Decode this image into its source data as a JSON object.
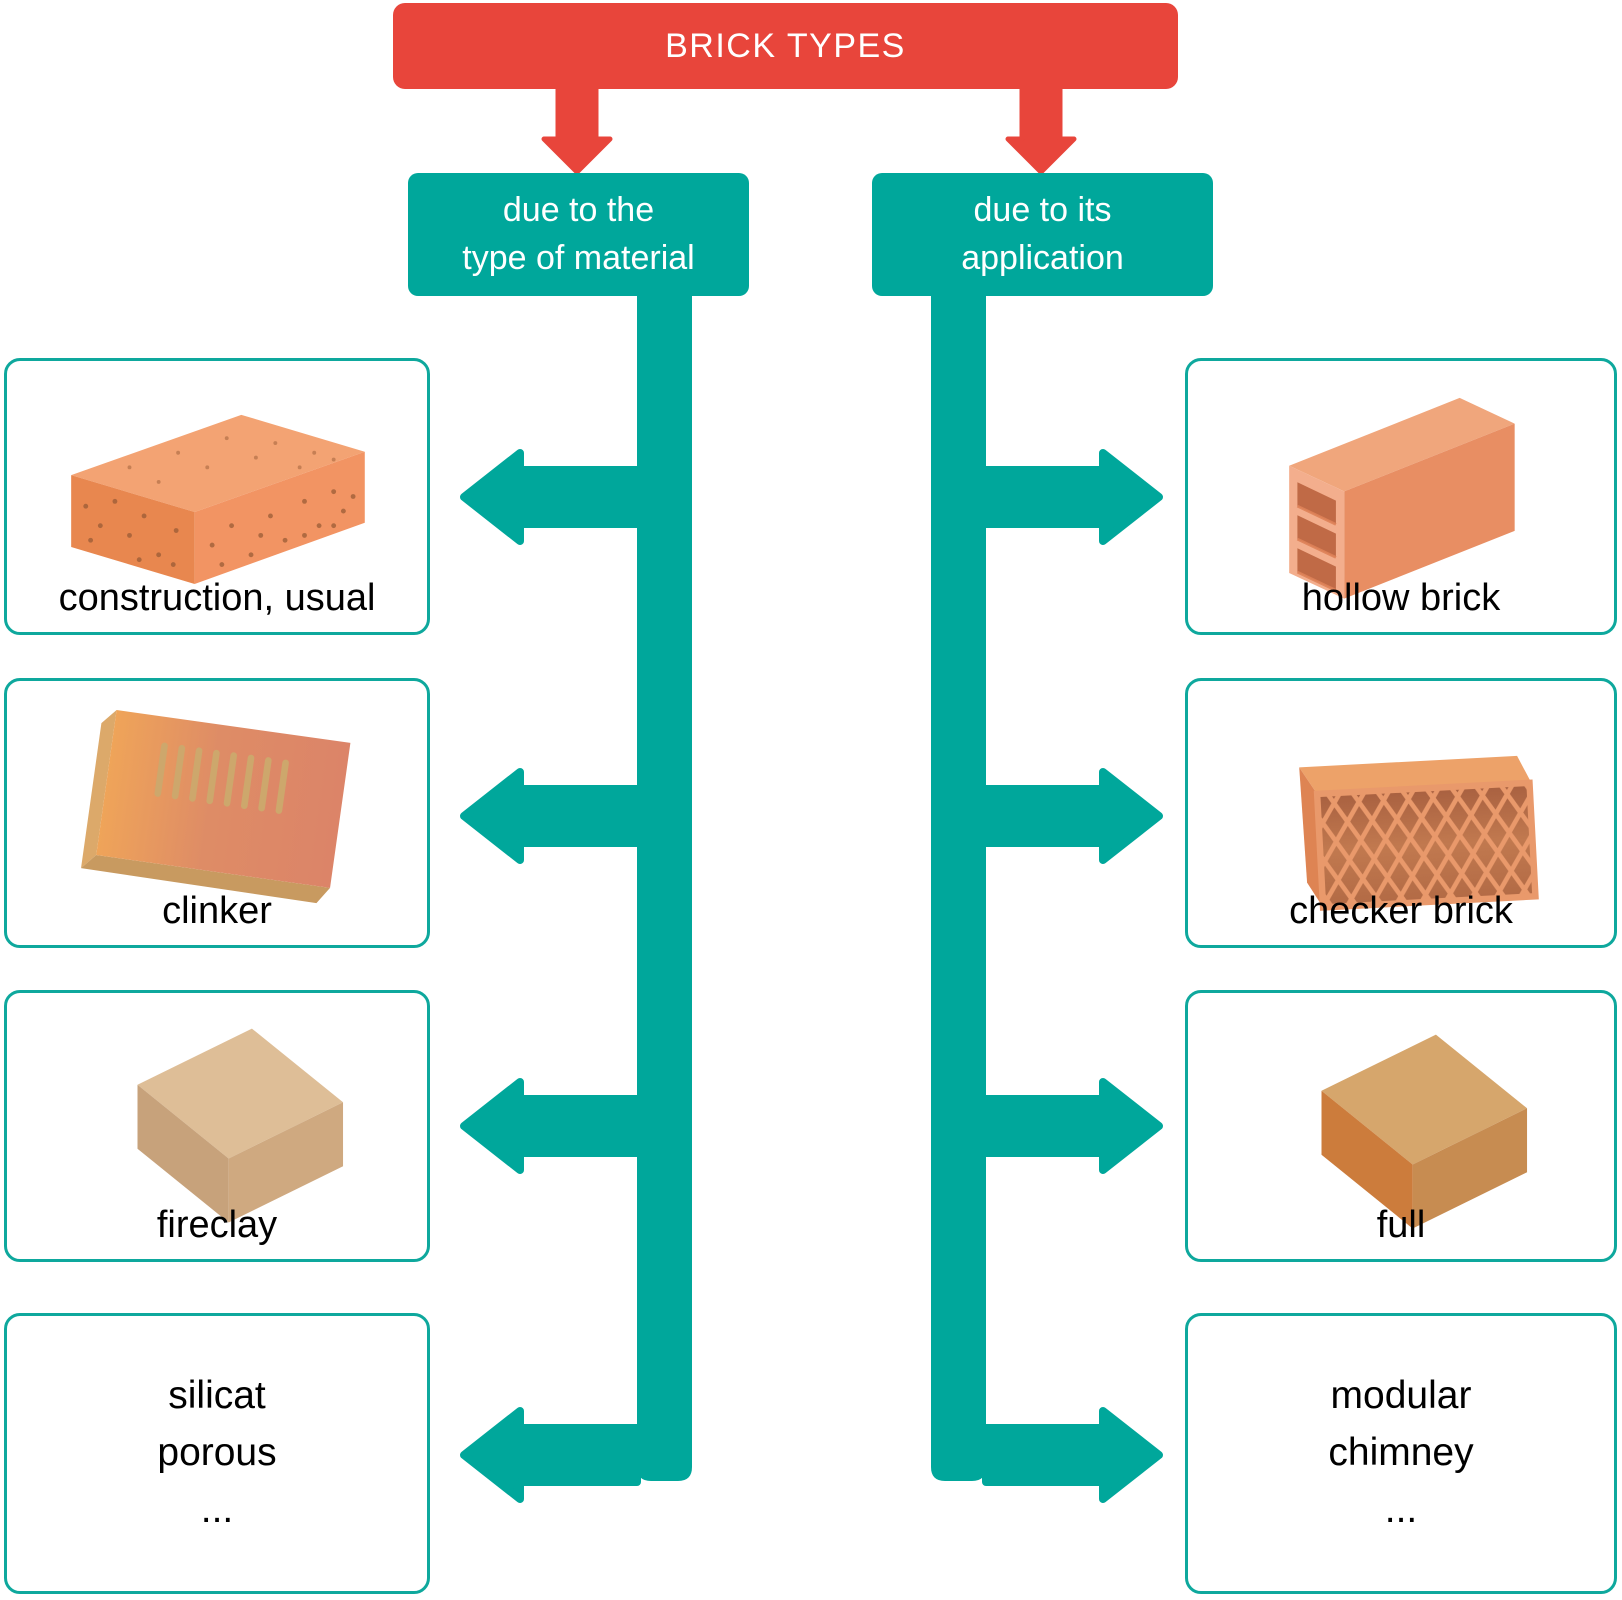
{
  "title": "BRICK TYPES",
  "colors": {
    "accent_red": "#E8453B",
    "accent_teal": "#00A79B",
    "box_border": "#0EA89D",
    "label_text": "#000000",
    "header_text": "#FFFFFF"
  },
  "branches": [
    {
      "label_lines": [
        "due to the",
        "type of material"
      ],
      "items": [
        {
          "label": "construction, usual",
          "icon": "speckled-brick-icon"
        },
        {
          "label": "clinker",
          "icon": "slotted-brick-icon"
        },
        {
          "label": "fireclay",
          "icon": "tan-brick-icon"
        },
        {
          "lines": [
            "silicat",
            "porous",
            "..."
          ]
        }
      ]
    },
    {
      "label_lines": [
        "due to its",
        "application"
      ],
      "items": [
        {
          "label": "hollow brick",
          "icon": "hollow-brick-icon"
        },
        {
          "label": "checker brick",
          "icon": "checker-brick-icon"
        },
        {
          "label": "full",
          "icon": "full-brick-icon"
        },
        {
          "lines": [
            "modular",
            "chimney",
            "..."
          ]
        }
      ]
    }
  ]
}
